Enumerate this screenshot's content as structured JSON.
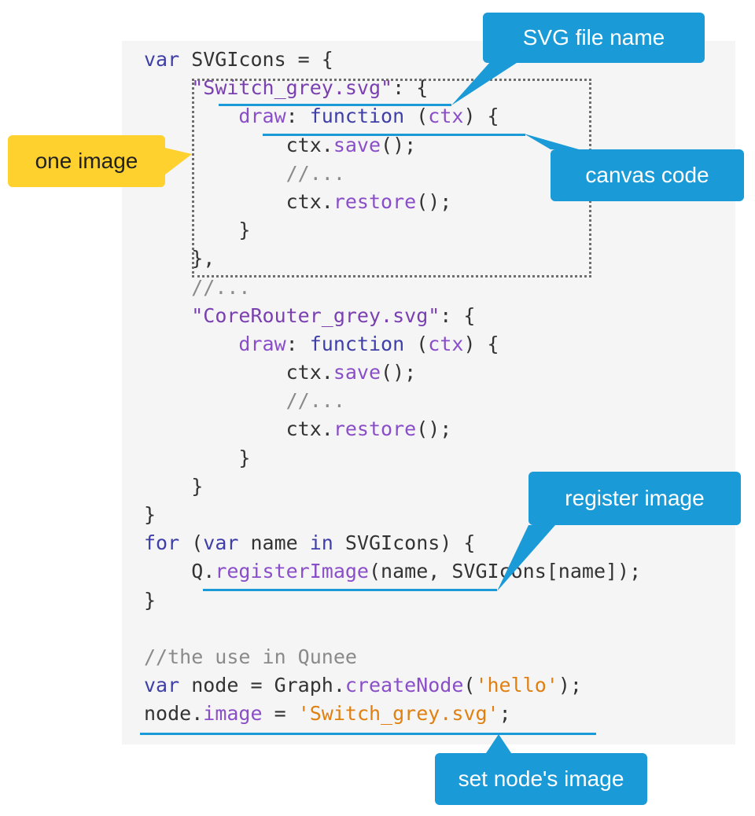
{
  "code": {
    "lines": [
      [
        {
          "t": "var",
          "c": "kw"
        },
        {
          "t": " SVGIcons = {",
          "c": "plain"
        }
      ],
      [
        {
          "t": "    ",
          "c": "plain"
        },
        {
          "t": "\"Switch_grey.svg\"",
          "c": "str"
        },
        {
          "t": ": {",
          "c": "plain"
        }
      ],
      [
        {
          "t": "        ",
          "c": "plain"
        },
        {
          "t": "draw",
          "c": "fn"
        },
        {
          "t": ": ",
          "c": "plain"
        },
        {
          "t": "function",
          "c": "kw"
        },
        {
          "t": " (",
          "c": "plain"
        },
        {
          "t": "ctx",
          "c": "fn"
        },
        {
          "t": ") {",
          "c": "plain"
        }
      ],
      [
        {
          "t": "            ctx.",
          "c": "plain"
        },
        {
          "t": "save",
          "c": "fn"
        },
        {
          "t": "();",
          "c": "plain"
        }
      ],
      [
        {
          "t": "            ",
          "c": "plain"
        },
        {
          "t": "//...",
          "c": "cmt"
        }
      ],
      [
        {
          "t": "            ctx.",
          "c": "plain"
        },
        {
          "t": "restore",
          "c": "fn"
        },
        {
          "t": "();",
          "c": "plain"
        }
      ],
      [
        {
          "t": "        }",
          "c": "plain"
        }
      ],
      [
        {
          "t": "    },",
          "c": "plain"
        }
      ],
      [
        {
          "t": "    ",
          "c": "plain"
        },
        {
          "t": "//...",
          "c": "cmt"
        }
      ],
      [
        {
          "t": "    ",
          "c": "plain"
        },
        {
          "t": "\"CoreRouter_grey.svg\"",
          "c": "str"
        },
        {
          "t": ": {",
          "c": "plain"
        }
      ],
      [
        {
          "t": "        ",
          "c": "plain"
        },
        {
          "t": "draw",
          "c": "fn"
        },
        {
          "t": ": ",
          "c": "plain"
        },
        {
          "t": "function",
          "c": "kw"
        },
        {
          "t": " (",
          "c": "plain"
        },
        {
          "t": "ctx",
          "c": "fn"
        },
        {
          "t": ") {",
          "c": "plain"
        }
      ],
      [
        {
          "t": "            ctx.",
          "c": "plain"
        },
        {
          "t": "save",
          "c": "fn"
        },
        {
          "t": "();",
          "c": "plain"
        }
      ],
      [
        {
          "t": "            ",
          "c": "plain"
        },
        {
          "t": "//...",
          "c": "cmt"
        }
      ],
      [
        {
          "t": "            ctx.",
          "c": "plain"
        },
        {
          "t": "restore",
          "c": "fn"
        },
        {
          "t": "();",
          "c": "plain"
        }
      ],
      [
        {
          "t": "        }",
          "c": "plain"
        }
      ],
      [
        {
          "t": "    }",
          "c": "plain"
        }
      ],
      [
        {
          "t": "}",
          "c": "plain"
        }
      ],
      [
        {
          "t": "for",
          "c": "kw"
        },
        {
          "t": " (",
          "c": "plain"
        },
        {
          "t": "var",
          "c": "kw"
        },
        {
          "t": " name ",
          "c": "plain"
        },
        {
          "t": "in",
          "c": "kw"
        },
        {
          "t": " SVGIcons) {",
          "c": "plain"
        }
      ],
      [
        {
          "t": "    Q.",
          "c": "plain"
        },
        {
          "t": "registerImage",
          "c": "fn"
        },
        {
          "t": "(name, SVGIcons[name]);",
          "c": "plain"
        }
      ],
      [
        {
          "t": "}",
          "c": "plain"
        }
      ],
      [
        {
          "t": "",
          "c": "plain"
        }
      ],
      [
        {
          "t": "//the use in Qunee",
          "c": "cmt"
        }
      ],
      [
        {
          "t": "var",
          "c": "kw"
        },
        {
          "t": " node = Graph.",
          "c": "plain"
        },
        {
          "t": "createNode",
          "c": "fn"
        },
        {
          "t": "(",
          "c": "plain"
        },
        {
          "t": "'hello'",
          "c": "lit"
        },
        {
          "t": ");",
          "c": "plain"
        }
      ],
      [
        {
          "t": "node.",
          "c": "plain"
        },
        {
          "t": "image",
          "c": "fn"
        },
        {
          "t": " = ",
          "c": "plain"
        },
        {
          "t": "'Switch_grey.svg'",
          "c": "lit"
        },
        {
          "t": ";",
          "c": "plain"
        }
      ]
    ]
  },
  "callouts": {
    "svg_file_name": "SVG file name",
    "one_image": "one image",
    "canvas_code": "canvas code",
    "register_image": "register image",
    "set_node_image": "set node's image"
  },
  "colors": {
    "callout_blue": "#1a9ad6",
    "callout_yellow": "#ffd12e",
    "panel_bg": "#f5f5f5",
    "keyword": "#3f3fa8",
    "string": "#7a3fb0",
    "literal": "#e08010",
    "comment": "#8a8a8a"
  }
}
